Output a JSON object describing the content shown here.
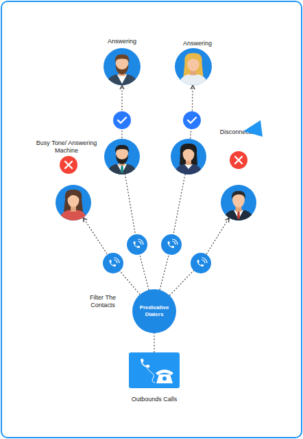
{
  "diagram": {
    "nodes": [
      {
        "text": [
          "Answering"
        ]
      },
      {
        "text": [
          "Answering"
        ]
      },
      {
        "text": [
          "Busy Tone/ Answering Machine"
        ]
      },
      {
        "text": [
          "Disconnected"
        ]
      },
      {
        "text": [
          "Predicative Dialers"
        ]
      },
      {
        "text": [
          "Outbounds Calls"
        ]
      }
    ],
    "edges": [
      {
        "from": 5,
        "to": 4,
        "arrow": "none"
      },
      {
        "from": 4,
        "to": 2,
        "arrow": "to"
      },
      {
        "from": 4,
        "to": 0,
        "arrow": "to"
      },
      {
        "from": 4,
        "to": 1,
        "arrow": "to"
      },
      {
        "from": 4,
        "to": 3,
        "arrow": "to"
      }
    ],
    "labels": [
      "Filter The Contacts"
    ]
  }
}
